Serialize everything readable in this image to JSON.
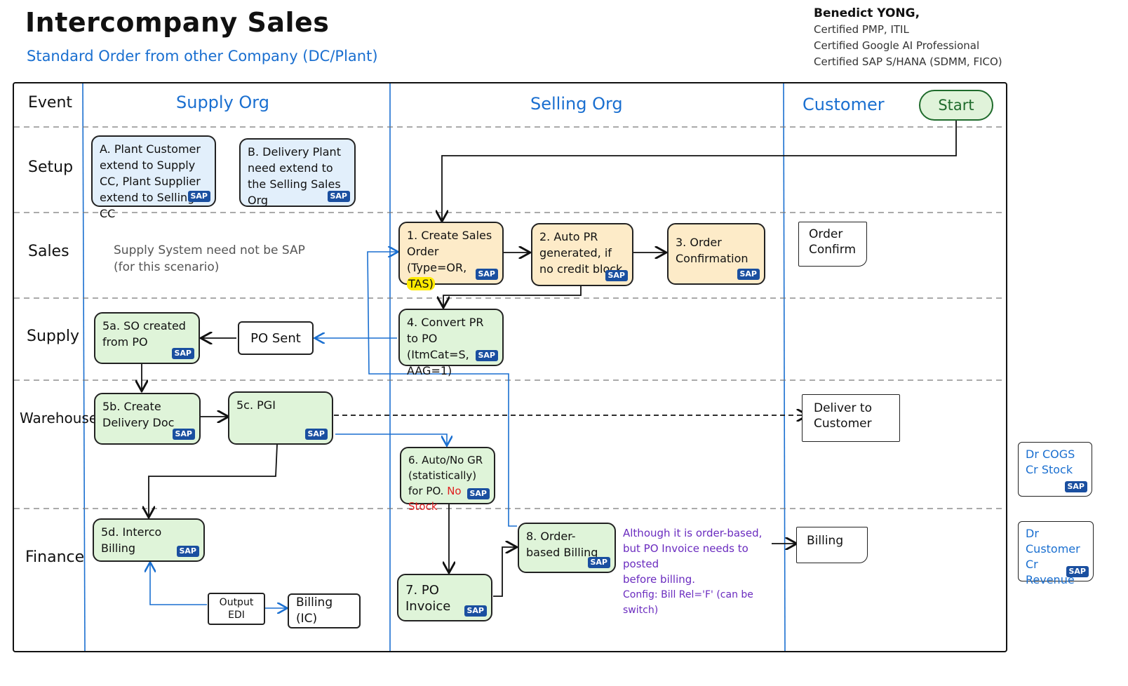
{
  "header": {
    "title": "Intercompany Sales",
    "subtitle": "Standard Order from other Company (DC/Plant)"
  },
  "author": {
    "name": "Benedict YONG,",
    "line1": "Certified PMP, ITIL",
    "line2": "Certified Google AI Professional",
    "line3": "Certified SAP S/HANA (SDMM, FICO)"
  },
  "lanes": {
    "event": "Event",
    "supply_org": "Supply Org",
    "selling_org": "Selling Org",
    "customer": "Customer"
  },
  "rows": {
    "setup": "Setup",
    "sales": "Sales",
    "supply": "Supply",
    "warehouse": "Warehouse",
    "finance": "Finance"
  },
  "start_label": "Start",
  "sap_badge": "SAP",
  "boxes": {
    "a": "A. Plant Customer extend to Supply CC, Plant Supplier extend to Selling CC",
    "b": "B. Delivery Plant need extend to the Selling Sales Org",
    "s1_prefix": "1. Create Sales Order (Type=OR,",
    "s1_highlight": "TAS)",
    "s2": "2. Auto PR generated, if no credit block",
    "s3": "3. Order Confirmation",
    "s4": "4. Convert PR to PO (ItmCat=S, AAG=1)",
    "s5a": "5a. SO created from PO",
    "po_sent": "PO Sent",
    "s5b": "5b. Create Delivery Doc",
    "s5c": "5c. PGI",
    "s6_prefix": "6. Auto/No GR (statistically) for PO.",
    "s6_red": "No Stock",
    "s5d": "5d. Interco Billing",
    "output_edi": "Output EDI",
    "billing_ic": "Billing (IC)",
    "s7": "7. PO Invoice",
    "s8": "8. Order-based Billing"
  },
  "customer_docs": {
    "order_confirm": "Order Confirm",
    "deliver": "Deliver to Customer",
    "billing": "Billing"
  },
  "notes": {
    "supply_system": "Supply System need not be SAP (for this scenario)",
    "billing_note_1": "Although it is order-based,",
    "billing_note_2": "but PO Invoice needs to posted",
    "billing_note_3": "before billing.",
    "billing_note_4": "Config: Bill Rel='F' (can be switch)"
  },
  "postings": {
    "cogs": "Dr COGS Cr Stock",
    "revenue": "Dr Customer Cr Revenue"
  },
  "colors": {
    "accent_blue": "#1a6fd0",
    "note_purple": "#6a2bbf",
    "warn_red": "#e02020",
    "start_green": "#1f6b2c"
  }
}
